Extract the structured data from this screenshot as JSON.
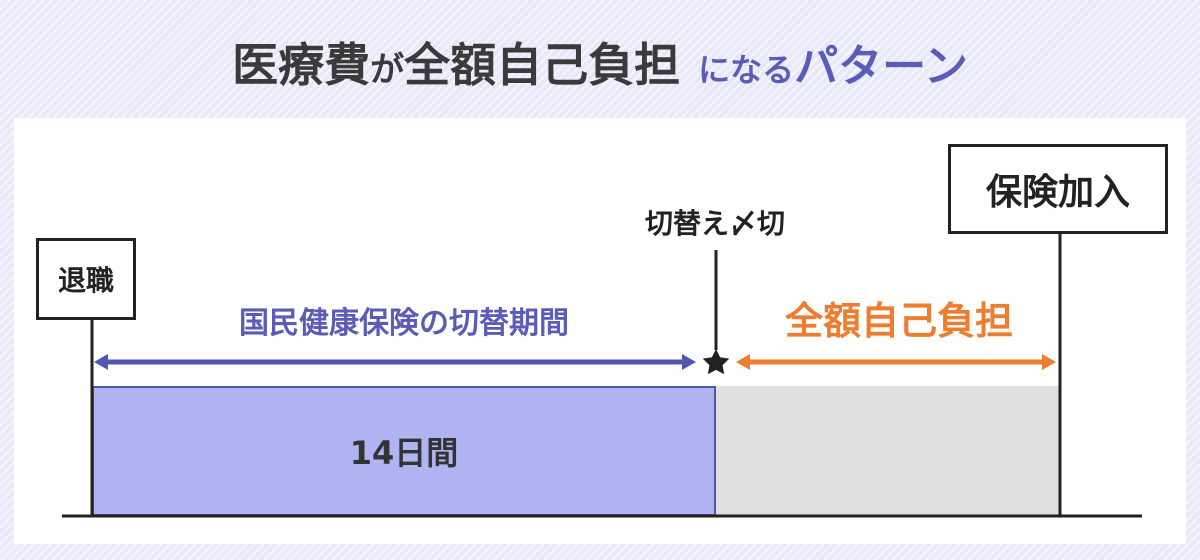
{
  "title": {
    "part1": "医療費",
    "part2": "が",
    "part3": "全額自己負担",
    "part4": "になる",
    "part5": "パターン"
  },
  "labels": {
    "retirement": "退職",
    "insurance_join": "保険加入",
    "switch_deadline": "切替え〆切",
    "switch_period": "国民健康保険の切替期間",
    "full_self_pay": "全額自己負担",
    "days": "14日間"
  },
  "colors": {
    "accent_purple": "#5a5cb8",
    "bar_purple": "#b1b4f3",
    "accent_orange": "#ef7d2f",
    "bar_gray": "#e0e0e0"
  },
  "icons": {
    "deadline_marker": "star-icon"
  }
}
